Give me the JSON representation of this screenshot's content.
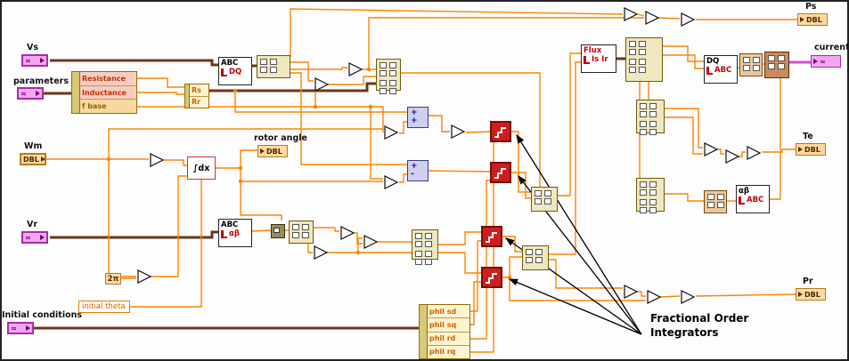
{
  "diagram": {
    "controls": {
      "vs": {
        "label": "Vs"
      },
      "parameters": {
        "label": "parameters"
      },
      "wm": {
        "label": "Wm"
      },
      "vr": {
        "label": "Vr"
      },
      "initial_conditions": {
        "label": "Initial conditions"
      }
    },
    "indicators": {
      "rotor_angle": {
        "label": "rotor angle"
      },
      "ps": {
        "label": "Ps"
      },
      "current": {
        "label": "current"
      },
      "te": {
        "label": "Te"
      },
      "pr": {
        "label": "Pr"
      }
    },
    "types": {
      "dbl": "DBL"
    },
    "nodes": {
      "param_unbundle": {
        "rows": [
          "Resistance",
          "Inductance",
          "f base"
        ]
      },
      "rs_rr": {
        "rows": [
          "Rs",
          "Rr"
        ]
      },
      "abc_dq": {
        "input": "ABC",
        "output": "DQ"
      },
      "abc_alphabeta": {
        "input": "ABC",
        "output": "αβ"
      },
      "dq_abc": {
        "input": "DQ",
        "output": "ABC"
      },
      "alphabeta_abc": {
        "input": "αβ",
        "output": "ABC"
      },
      "flux": {
        "title": "Flux",
        "output": "Is Ir"
      },
      "integrator": {
        "label": "∫dx"
      },
      "two_pi": {
        "label": "2π"
      },
      "initial_theta": {
        "label": "initial theta"
      },
      "phil_bundle": {
        "rows": [
          "phil sd",
          "phil sq",
          "phil rd",
          "phil rq"
        ]
      },
      "add_node": {
        "op_top": "+",
        "op_bottom": "+"
      },
      "sub_node": {
        "op_top": "+",
        "op_bottom": "-"
      }
    },
    "annotation": {
      "line1": "Fractional Order",
      "line2": "Integrators"
    },
    "glyphs": {
      "waveform": "≈"
    },
    "icons": {
      "fractional_integrator": "staircase-icon",
      "multiply": "triangle-node",
      "control_arrow": "right-arrow",
      "indicator_arrow": "right-arrow"
    },
    "colors": {
      "wire_dbl": "#ff8400",
      "wire_cluster": "#6b371c",
      "wire_waveform": "#cf4fcf",
      "integrator_red": "#cf1d1d",
      "terminal_orange": "#ffd9a0",
      "terminal_magenta": "#f2a6f2"
    }
  }
}
